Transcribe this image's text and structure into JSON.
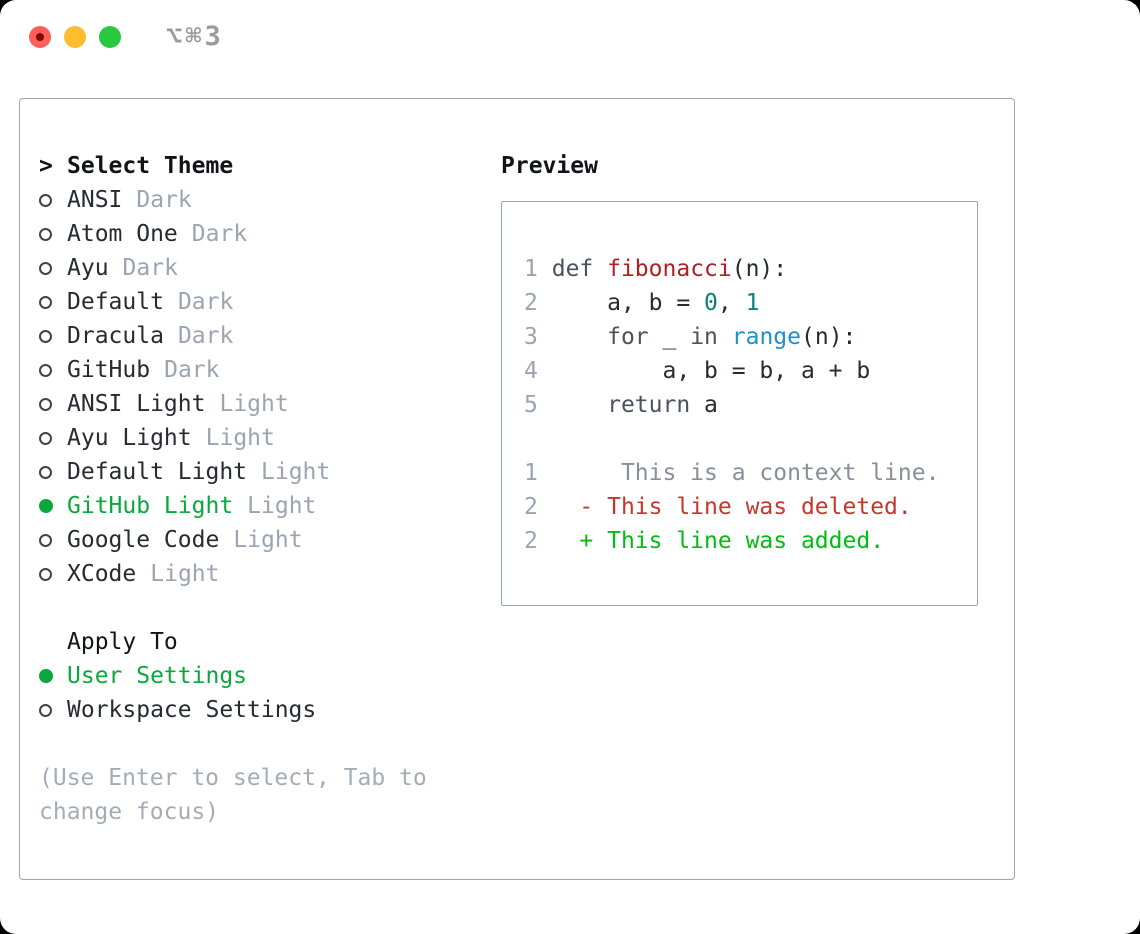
{
  "window": {
    "title_shortcut": "⌥⌘3",
    "traffic_lights": [
      {
        "name": "close",
        "color": "#ff5f57"
      },
      {
        "name": "minimize",
        "color": "#febc2e"
      },
      {
        "name": "zoom",
        "color": "#28c840"
      }
    ]
  },
  "theme_panel": {
    "heading": "Select Theme",
    "prompt_marker": ">",
    "themes": [
      {
        "name": "ANSI",
        "tag": "Dark",
        "selected": false
      },
      {
        "name": "Atom One",
        "tag": "Dark",
        "selected": false
      },
      {
        "name": "Ayu",
        "tag": "Dark",
        "selected": false
      },
      {
        "name": "Default",
        "tag": "Dark",
        "selected": false
      },
      {
        "name": "Dracula",
        "tag": "Dark",
        "selected": false
      },
      {
        "name": "GitHub",
        "tag": "Dark",
        "selected": false
      },
      {
        "name": "ANSI Light",
        "tag": "Light",
        "selected": false
      },
      {
        "name": "Ayu Light",
        "tag": "Light",
        "selected": false
      },
      {
        "name": "Default Light",
        "tag": "Light",
        "selected": false
      },
      {
        "name": "GitHub Light",
        "tag": "Light",
        "selected": true
      },
      {
        "name": "Google Code",
        "tag": "Light",
        "selected": false
      },
      {
        "name": "XCode",
        "tag": "Light",
        "selected": false
      }
    ],
    "apply_to": {
      "heading": "Apply To",
      "options": [
        {
          "label": "User Settings",
          "selected": true
        },
        {
          "label": "Workspace Settings",
          "selected": false
        }
      ]
    },
    "hint": "(Use Enter to select, Tab to change focus)"
  },
  "preview": {
    "heading": "Preview",
    "lines": [
      {
        "num": "1",
        "tokens": [
          {
            "t": " ",
            "c": "plain"
          },
          {
            "t": "def ",
            "c": "keyword"
          },
          {
            "t": "fibonacci",
            "c": "function"
          },
          {
            "t": "(n):",
            "c": "plain"
          }
        ]
      },
      {
        "num": "2",
        "tokens": [
          {
            "t": "     a, b = ",
            "c": "plain"
          },
          {
            "t": "0",
            "c": "number"
          },
          {
            "t": ", ",
            "c": "plain"
          },
          {
            "t": "1",
            "c": "number"
          }
        ]
      },
      {
        "num": "3",
        "tokens": [
          {
            "t": "     ",
            "c": "plain"
          },
          {
            "t": "for ",
            "c": "keyword"
          },
          {
            "t": "_ ",
            "c": "plain"
          },
          {
            "t": "in ",
            "c": "keyword"
          },
          {
            "t": "range",
            "c": "builtin"
          },
          {
            "t": "(n):",
            "c": "plain"
          }
        ]
      },
      {
        "num": "4",
        "tokens": [
          {
            "t": "         a, b = b, a + b",
            "c": "plain"
          }
        ]
      },
      {
        "num": "5",
        "tokens": [
          {
            "t": "     ",
            "c": "plain"
          },
          {
            "t": "return ",
            "c": "keyword"
          },
          {
            "t": "a",
            "c": "plain"
          }
        ]
      },
      {
        "num": "",
        "tokens": []
      },
      {
        "num": "1",
        "tokens": [
          {
            "t": "      This is a context line.",
            "c": "context"
          }
        ]
      },
      {
        "num": "2",
        "tokens": [
          {
            "t": "   ",
            "c": "plain"
          },
          {
            "t": "- This line was deleted.",
            "c": "deleted"
          }
        ]
      },
      {
        "num": "2",
        "tokens": [
          {
            "t": "   ",
            "c": "plain"
          },
          {
            "t": "+ This line was added.",
            "c": "added"
          }
        ]
      }
    ]
  },
  "colors": {
    "plain": "#252b31",
    "keyword": "#4a525a",
    "function": "#b01f22",
    "number": "#0d7e80",
    "builtin": "#1b90d0",
    "context": "#878f98",
    "deleted": "#c5372c",
    "added": "#00bd13",
    "line_number": "#9aa5b1",
    "selection_green": "#0aa83c",
    "tag_gray": "#9aa5b1",
    "hint_gray": "#a4adb6",
    "border_gray": "#9aa5b1"
  }
}
